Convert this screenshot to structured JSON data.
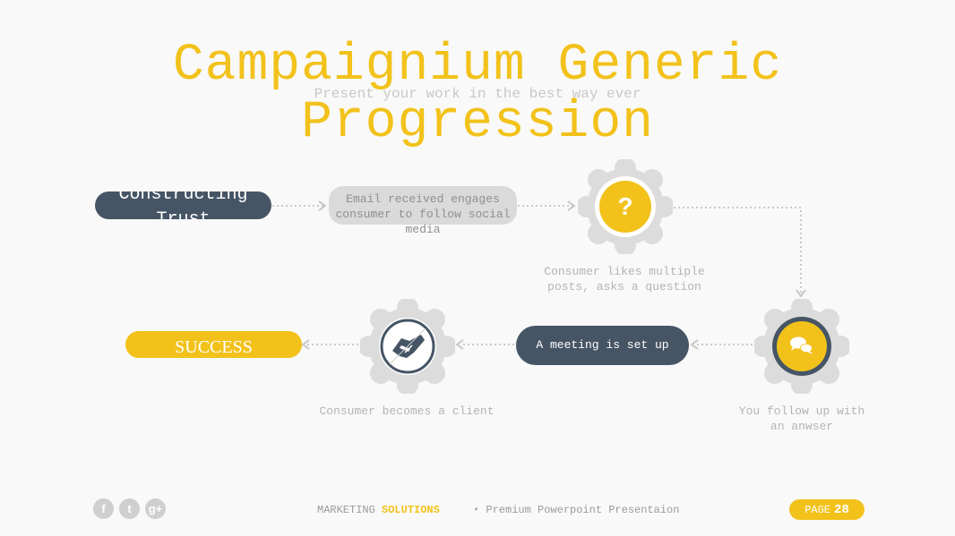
{
  "header": {
    "title": "Campaignium Generic Progression",
    "subtitle": "Present your work in the best way ever"
  },
  "steps": {
    "start": "Constructing Trust",
    "email": "Email received engages consumer to follow social media",
    "question_caption": "Consumer likes multiple posts, asks a question",
    "followup_caption": "You follow up with an anwser",
    "meeting": "A meeting is set up",
    "client_caption": "Consumer becomes a client",
    "success": "SUCCESS"
  },
  "icons": {
    "question": "question-mark-icon",
    "chat": "chat-bubbles-icon",
    "handshake": "handshake-icon"
  },
  "footer": {
    "brand_part1": "MARKETING",
    "brand_part2": "SOLUTIONS",
    "tagline": "Premium Powerpoint Presentaion",
    "page_label": "PAGE",
    "page_number": "28"
  },
  "colors": {
    "accent": "#f2c21b",
    "dark": "#465565",
    "gray": "#dadada",
    "background": "#f9f9f9"
  }
}
